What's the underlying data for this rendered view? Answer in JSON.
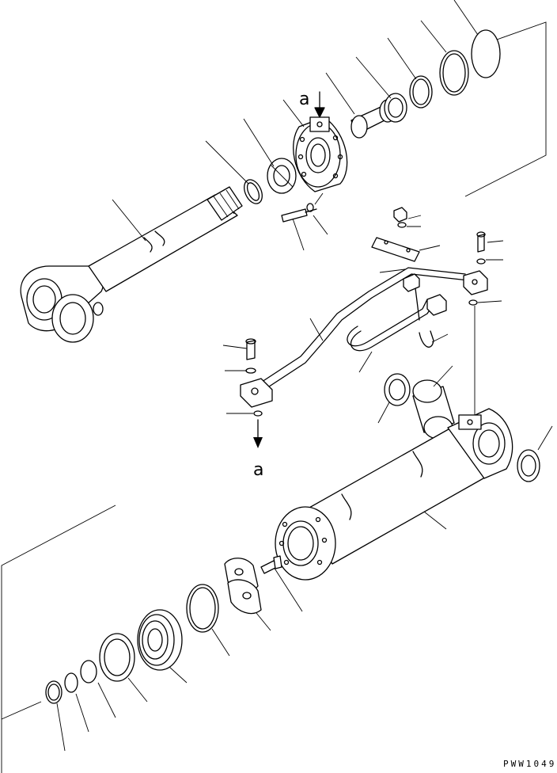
{
  "diagram": {
    "view_marker_top": "a",
    "view_marker_bottom": "a",
    "drawing_code": "PWW1049"
  }
}
